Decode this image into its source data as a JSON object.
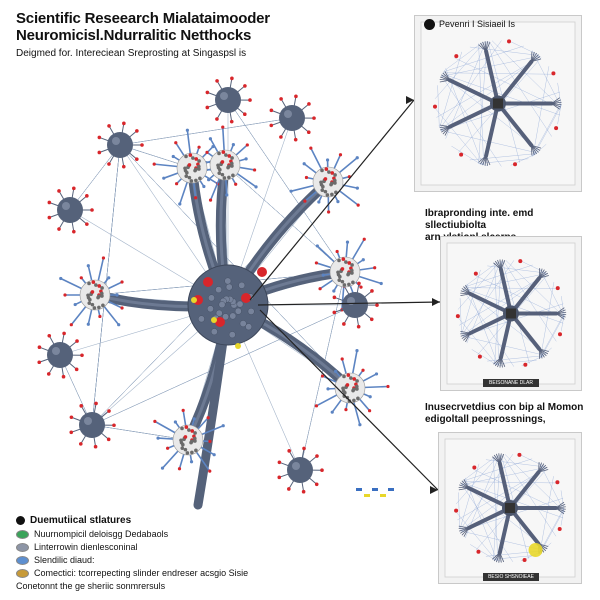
{
  "header": {
    "title_line1": "Scientific Reseearch Mialataimooder",
    "title_line2": "Neuromicisl.Ndurralitic Netthocks",
    "subtitle": "Deigmed for. Intereciean Sreprosting at Singaspsl is"
  },
  "callouts": [
    {
      "text": "Pevenri I  Sisiaeil Is"
    },
    {
      "line1": "Ibrapronding inte. emd sllectiubiolta",
      "line2": "arn ylstiopl slcerps"
    },
    {
      "line1": "Inusecrvetdius con bip al Momon",
      "line2": "edigoltall peeprossnings,"
    }
  ],
  "panels": [
    {
      "caption": ""
    },
    {
      "caption": "BEISONANE DLAR"
    },
    {
      "caption": "BESIO SHSNOIEAE"
    }
  ],
  "legend": {
    "heading": "Duemutiical stlatures",
    "items": [
      {
        "label": "Nuurnompicil deloisgg Dedabaols",
        "color": "#3aa35a"
      },
      {
        "label": "Linterrowin dienlesconinal",
        "color": "#8d95a6"
      },
      {
        "label": "Slendilic diaud:",
        "color": "#5d8fd0"
      },
      {
        "label": "Comectici: tcorrepecting slinder endreser acsgio Sisie",
        "color": "#c79a38"
      },
      {
        "label": "Conetonnt the ge sheriic sonmrersuls",
        "color": ""
      }
    ]
  },
  "colors": {
    "node_body": "#55627a",
    "node_dark": "#3d475a",
    "branch": "#5c84c2",
    "accent_red": "#d8262b",
    "accent_yellow": "#e8d72a",
    "link_line": "#8fa3bd"
  }
}
